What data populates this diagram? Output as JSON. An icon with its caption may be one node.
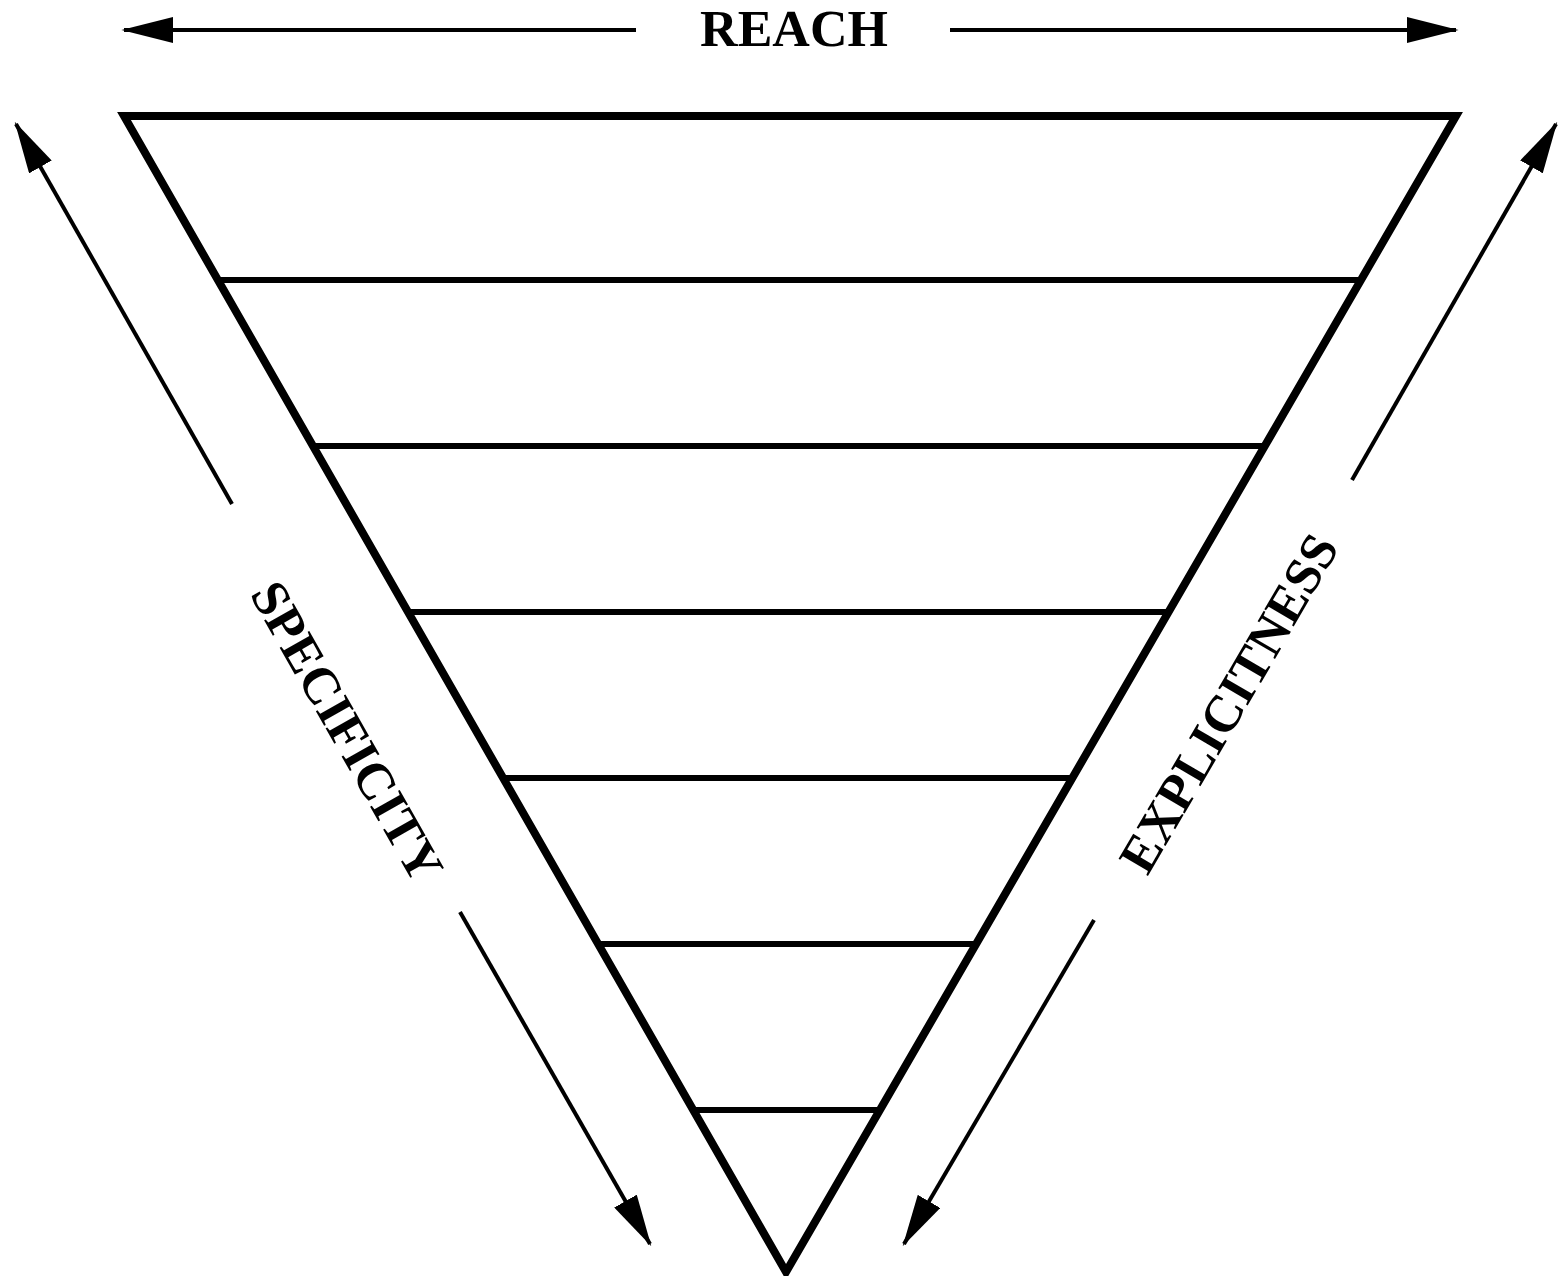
{
  "diagram": {
    "labels": [
      "REACH",
      "SPECIFICITY",
      "EXPLICITNESS"
    ]
  }
}
